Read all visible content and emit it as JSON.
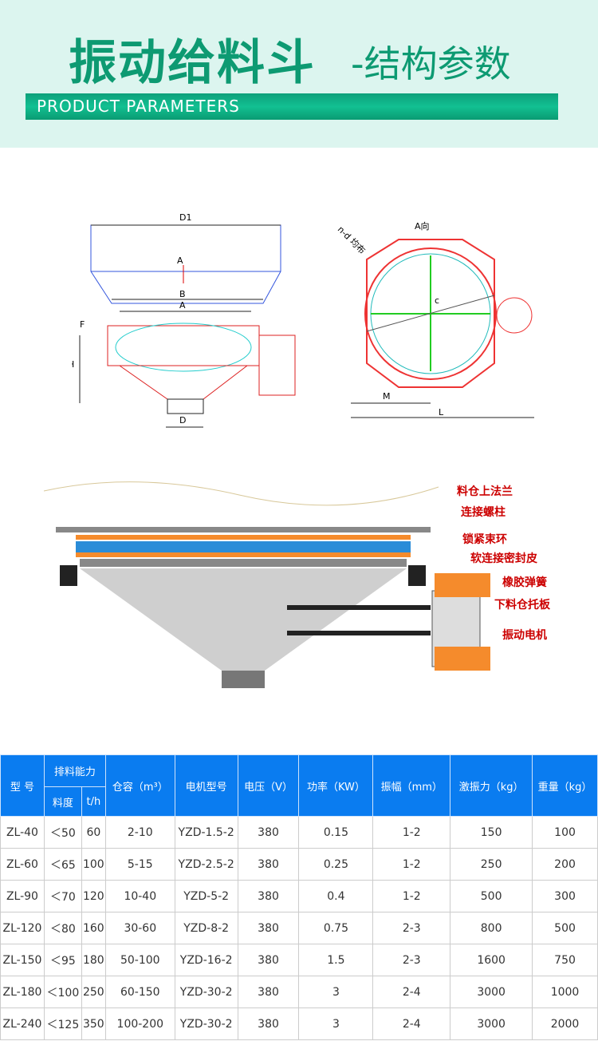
{
  "header": {
    "title": "振动给料斗",
    "subtitle": "-结构参数",
    "banner": "PRODUCT PARAMETERS"
  },
  "diagram1": {
    "labels": [
      "D1",
      "A",
      "B",
      "A",
      "F",
      "H",
      "D"
    ]
  },
  "diagram2": {
    "title": "A向",
    "labels": [
      "n-d 均布",
      "c",
      "M",
      "L"
    ]
  },
  "diagram3": {
    "callouts": [
      "料仓上法兰",
      "连接螺柱",
      "锁紧束环",
      "软连接密封皮",
      "橡胶弹簧",
      "下料仓托板",
      "振动电机"
    ]
  },
  "table": {
    "headers": {
      "model": "型 号",
      "capacity": "排料能力",
      "granularity": "料度",
      "th": "t/h",
      "volume": "仓容（m³）",
      "motor": "电机型号",
      "voltage": "电压（V）",
      "power": "功率（KW）",
      "amplitude": "振幅（mm）",
      "force": "激振力（kg）",
      "weight": "重量（kg）"
    },
    "rows": [
      [
        "ZL-40",
        "＜50",
        "60",
        "2-10",
        "YZD-1.5-2",
        "380",
        "0.15",
        "1-2",
        "150",
        "100"
      ],
      [
        "ZL-60",
        "＜65",
        "100",
        "5-15",
        "YZD-2.5-2",
        "380",
        "0.25",
        "1-2",
        "250",
        "200"
      ],
      [
        "ZL-90",
        "＜70",
        "120",
        "10-40",
        "YZD-5-2",
        "380",
        "0.4",
        "1-2",
        "500",
        "300"
      ],
      [
        "ZL-120",
        "＜80",
        "160",
        "30-60",
        "YZD-8-2",
        "380",
        "0.75",
        "2-3",
        "800",
        "500"
      ],
      [
        "ZL-150",
        "＜95",
        "180",
        "50-100",
        "YZD-16-2",
        "380",
        "1.5",
        "2-3",
        "1600",
        "750"
      ],
      [
        "ZL-180",
        "＜100",
        "250",
        "60-150",
        "YZD-30-2",
        "380",
        "3",
        "2-4",
        "3000",
        "1000"
      ],
      [
        "ZL-240",
        "＜125",
        "350",
        "100-200",
        "YZD-30-2",
        "380",
        "3",
        "2-4",
        "3000",
        "2000"
      ]
    ]
  }
}
